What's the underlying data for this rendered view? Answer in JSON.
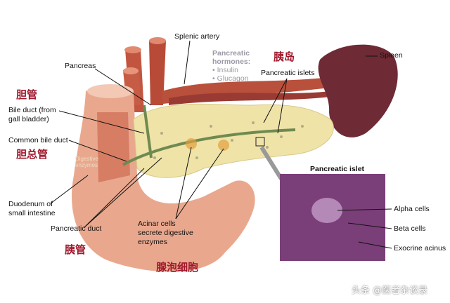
{
  "labels": {
    "splenic_artery": "Splenic artery",
    "hormones_title1": "Pancreatic",
    "hormones_title2": "hormones:",
    "hormone_insulin": "• Insulin",
    "hormone_glucagon": "• Glucagon",
    "spleen": "Spleen",
    "pancreas": "Pancreas",
    "pancreatic_islets": "Pancreatic islets",
    "bile_duct_1": "Bile duct (from",
    "bile_duct_2": "gall bladder)",
    "common_bile_duct": "Common bile duct",
    "digestive_1": "Digestive",
    "digestive_2": "enzymes",
    "islet_title": "Pancreatic islet",
    "duodenum_1": "Duodenum of",
    "duodenum_2": "small intestine",
    "pancreatic_duct": "Pancreatic duct",
    "acinar_1": "Acinar cells",
    "acinar_2": "secrete digestive",
    "acinar_3": "enzymes",
    "alpha_cells": "Alpha cells",
    "beta_cells": "Beta cells",
    "exocrine_acinus": "Exocrine acinus"
  },
  "chinese": {
    "islet": "胰岛",
    "bile_duct": "胆管",
    "common_bile_duct": "胆总管",
    "pancreatic_duct": "胰管",
    "acinar_cells": "腺泡细胞"
  },
  "watermark": "头条 @医者杂谈录",
  "colors": {
    "chinese_label": "#a0182c",
    "pancreas": "#efe3a8",
    "duodenum": "#e9a88e",
    "spleen": "#6e2a35",
    "micrograph": "#7a3f78"
  }
}
